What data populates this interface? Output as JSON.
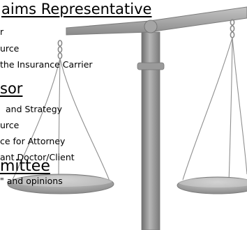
{
  "sections": {
    "claims_representative": {
      "heading": "aims Representative",
      "items": [
        "r",
        "urce",
        "the Insurance Carrier"
      ]
    },
    "advisor": {
      "heading": "sor",
      "items": [
        "and Strategy",
        "urce",
        "ce for Attorney",
        "ant  Doctor/Client"
      ]
    },
    "committee": {
      "heading": "mittee",
      "items": [
        "\" and opinions"
      ]
    }
  },
  "colors": {
    "text": "#000000",
    "scale_metal": "#9a9a9a",
    "scale_dark": "#6f6f6f",
    "scale_light": "#c8c8c8",
    "background": "#ffffff"
  },
  "icons": {
    "scale": "balance-scale-icon"
  }
}
